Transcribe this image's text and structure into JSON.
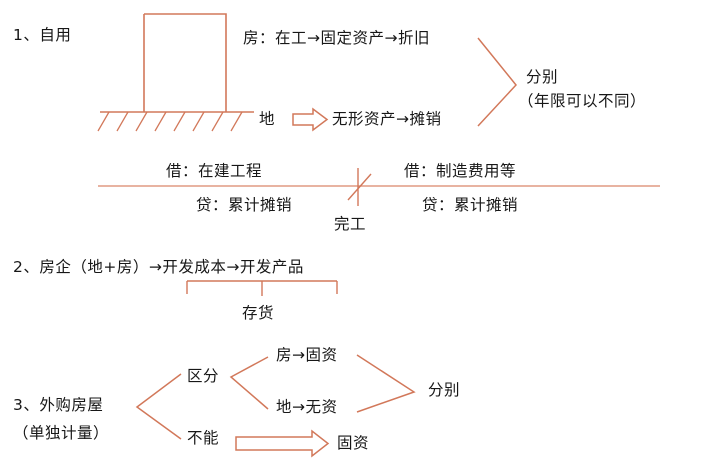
{
  "meta": {
    "title": "不动产会计处理手写笔记图",
    "line_color": "#d2785a",
    "text_color": "#171717",
    "background": "#ffffff"
  },
  "section1": {
    "heading": "1、自用",
    "diagram": {
      "building_label": "building-rectangle",
      "ground_label": "hatched-ground-line"
    },
    "house_flow": "房：在工→固定资产→折旧",
    "land_label": "地",
    "land_flow": "无形资产→摊销",
    "land_arrow": "block-arrow-right",
    "converge_note_line1": "分别",
    "converge_note_line2": "（年限可以不同）"
  },
  "timeline": {
    "left_debit": "借：在建工程",
    "left_credit": "贷：累计摊销",
    "right_debit": "借：制造费用等",
    "right_credit": "贷：累计摊销",
    "milestone": "完工"
  },
  "section2": {
    "heading": "2、房企（地+房）→开发成本→开发产品",
    "brace_label": "存货"
  },
  "section3": {
    "heading_line1": "3、外购房屋",
    "heading_line2": "（单独计量）",
    "branch_top": "区分",
    "branch_bottom": "不能",
    "sub_top": "房→固资",
    "sub_bottom": "地→无资",
    "converge_note": "分别",
    "bottom_result": "固资",
    "bottom_arrow": "block-arrow-right-long"
  }
}
